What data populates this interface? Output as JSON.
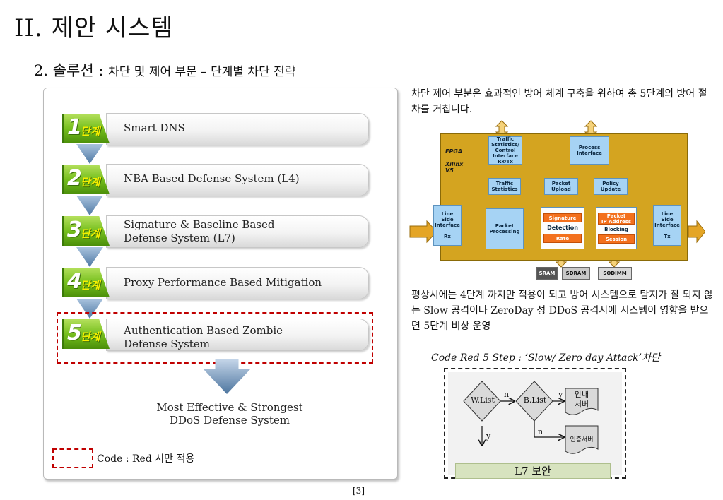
{
  "header": {
    "title": "II. 제안 시스템",
    "subtitle_main": "2. 솔루션 : ",
    "subtitle_minor": "차단 및 제어 부문 – 단계별 차단 전략"
  },
  "steps": [
    {
      "num": "1",
      "word": "단계",
      "lines": [
        "Smart DNS"
      ]
    },
    {
      "num": "2",
      "word": "단계",
      "lines": [
        "NBA  Based Defense System (L4)"
      ]
    },
    {
      "num": "3",
      "word": "단계",
      "lines": [
        "Signature & Baseline Based",
        "Defense System (L7)"
      ]
    },
    {
      "num": "4",
      "word": "단계",
      "lines": [
        "Proxy Performance Based Mitigation"
      ]
    },
    {
      "num": "5",
      "word": "단계",
      "lines": [
        "Authentication Based Zombie",
        "Defense System"
      ]
    }
  ],
  "conclusion": [
    "Most Effective & Strongest",
    "DDoS Defense System"
  ],
  "legend": {
    "text": "Code : Red 시만 적용"
  },
  "page_number": "[3]",
  "paragraph1": "차단 제어 부분은 효과적인 방어 체계 구축을 위하여 총 5단계의 방어 절차를 거칩니다.",
  "paragraph2": "평상시에는 4단계 까지만 적용이 되고 방어 시스템으로 탐지가 잘 되지 않는 Slow 공격이나 ZeroDay 성 DDoS 공격시에 시스템이 영향을 받으면 5단계 비상 운영",
  "fpga_diagram": {
    "fpga_label": "FPGA",
    "xilinx_label": "Xilinx",
    "v5_label": "V5",
    "line_side_rx": [
      "Line",
      "Side",
      "Interface",
      "",
      "Rx"
    ],
    "line_side_tx": [
      "Line",
      "Side",
      "Interface",
      "",
      "Tx"
    ],
    "packet_processing": [
      "Packet",
      "Processing"
    ],
    "traffic_stats_ctrl": [
      "Traffic",
      "Statistics/",
      "Control",
      "Interface",
      "Rx/Tx"
    ],
    "traffic_stats": [
      "Traffic",
      "Statistics"
    ],
    "packet_upload": [
      "Packet",
      "Upload"
    ],
    "policy_update": [
      "Policy",
      "Update"
    ],
    "process_interface": [
      "Process",
      "Interface"
    ],
    "signature": "Signature",
    "detection": "Detection",
    "rate": "Rate",
    "packet_ip": [
      "Packet",
      "IP Address"
    ],
    "blocking": "Blocking",
    "session": "Session",
    "sram": "SRAM",
    "sdram": "SDRAM",
    "sodimm": "SODIMM"
  },
  "flowchart": {
    "title": "Code Red 5 Step : ‘Slow/ Zero day Attack’차단",
    "wlist": "W.List",
    "blist": "B.List",
    "n1": "n",
    "y1": "y",
    "n2": "n",
    "y2": "y",
    "guide_server": [
      "안내",
      "서버"
    ],
    "auth_server": "인증서버",
    "l7": "L7 보안"
  }
}
